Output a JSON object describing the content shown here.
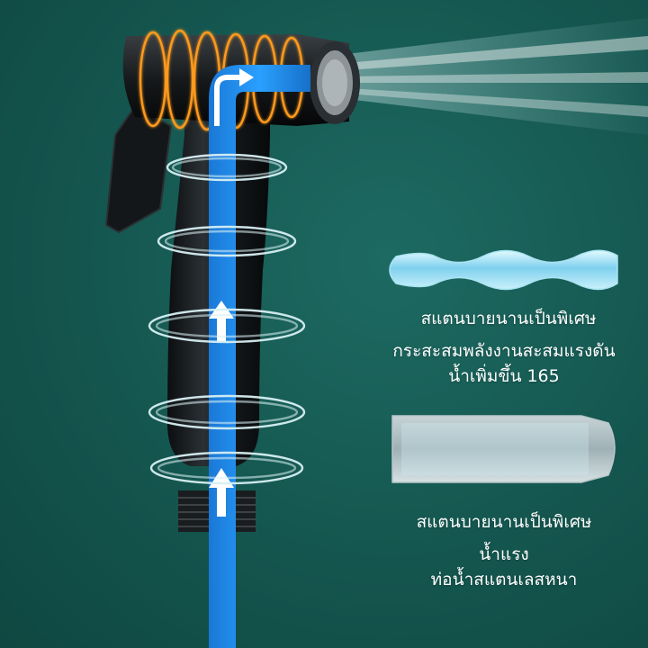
{
  "features": [
    {
      "title": "สแตนบายนานเป็นพิเศษ",
      "description": [
        "กระสะสมพลังงานสะสมแรงดัน",
        "น้ำเพิ่มขึ้น 165"
      ]
    },
    {
      "title": "สแตนบายนานเป็นพิเศษ",
      "description": [
        "น้ำแรง",
        "ท่อน้ำสแตนเลสหนา"
      ]
    }
  ],
  "colors": {
    "background": "#14564f",
    "water_channel": "#1e8be8",
    "sprayer_body": "#1b1f22",
    "glow": "#ff9a1f",
    "ring": "#d8f0f4"
  },
  "icons": [
    "up-arrow-icon",
    "corner-arrow-icon",
    "wavy-tube-icon",
    "straight-tube-icon"
  ]
}
